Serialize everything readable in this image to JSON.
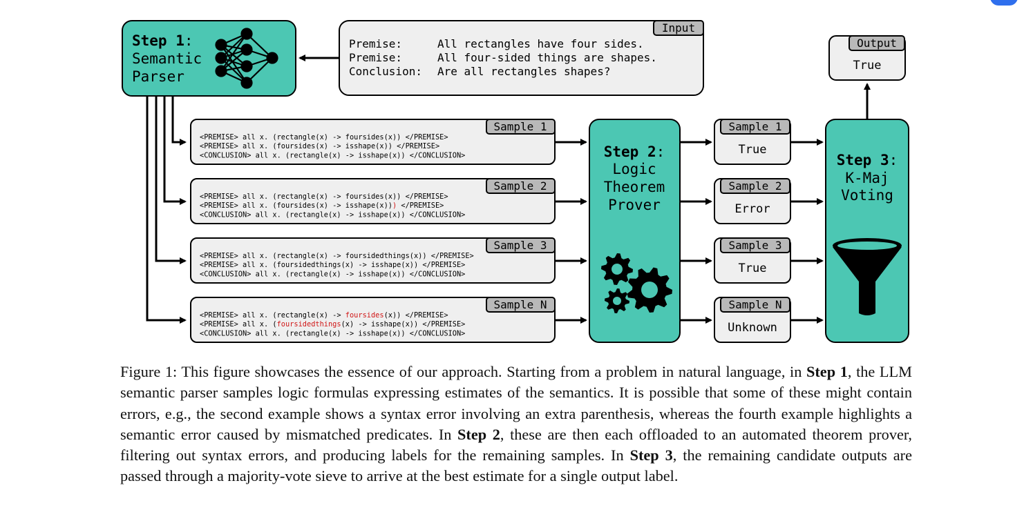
{
  "colors": {
    "teal": "#4cc7b3",
    "box": "#efefef",
    "tab": "#b9b9b9",
    "red": "#d01515",
    "stroke": "#000000"
  },
  "input": {
    "tab": "Input",
    "lines": [
      {
        "label": "Premise:",
        "text": "All rectangles have four sides."
      },
      {
        "label": "Premise:",
        "text": "All four-sided things are shapes."
      },
      {
        "label": "Conclusion:",
        "text": "Are all rectangles shapes?"
      }
    ]
  },
  "step1": {
    "bold": "Step 1",
    "colon": ":",
    "line2": "Semantic",
    "line3": "Parser",
    "icon": "neural-network-icon"
  },
  "step2": {
    "bold": "Step 2",
    "colon": ":",
    "lines": [
      "Logic",
      "Theorem",
      "Prover"
    ],
    "icon": "gears-icon"
  },
  "step3": {
    "bold": "Step 3",
    "colon": ":",
    "lines": [
      "K-Maj",
      "Voting"
    ],
    "icon": "funnel-icon"
  },
  "output": {
    "tab": "Output",
    "value": "True"
  },
  "samples": [
    {
      "tab": "Sample 1",
      "result": "True",
      "lines": [
        [
          [
            "<PREMISE> all x. (rectangle(x) -> foursides(x)) </PREMISE>",
            false
          ]
        ],
        [
          [
            "<PREMISE> all x. (foursides(x) -> isshape(x)) </PREMISE>",
            false
          ]
        ],
        [
          [
            "<CONCLUSION> all x. (rectangle(x) -> isshape(x)) </CONCLUSION>",
            false
          ]
        ]
      ]
    },
    {
      "tab": "Sample 2",
      "result": "Error",
      "lines": [
        [
          [
            "<PREMISE> all x. (rectangle(x) -> foursides(x)) </PREMISE>",
            false
          ]
        ],
        [
          [
            "<PREMISE> all x. (foursides(x) -> isshape(x))",
            false
          ],
          [
            ")",
            true
          ],
          [
            " </PREMISE>",
            false
          ]
        ],
        [
          [
            "<CONCLUSION> all x. (rectangle(x) -> isshape(x)) </CONCLUSION>",
            false
          ]
        ]
      ]
    },
    {
      "tab": "Sample 3",
      "result": "True",
      "lines": [
        [
          [
            "<PREMISE> all x. (rectangle(x) -> foursidedthings(x)) </PREMISE>",
            false
          ]
        ],
        [
          [
            "<PREMISE> all x. (foursidedthings(x) -> isshape(x)) </PREMISE>",
            false
          ]
        ],
        [
          [
            "<CONCLUSION> all x. (rectangle(x) -> isshape(x)) </CONCLUSION>",
            false
          ]
        ]
      ]
    },
    {
      "tab": "Sample N",
      "result": "Unknown",
      "lines": [
        [
          [
            "<PREMISE> all x. (rectangle(x) -> ",
            false
          ],
          [
            "foursides",
            true
          ],
          [
            "(x)) </PREMISE>",
            false
          ]
        ],
        [
          [
            "<PREMISE> all x. (",
            false
          ],
          [
            "foursidedthings",
            true
          ],
          [
            "(x) -> isshape(x)) </PREMISE>",
            false
          ]
        ],
        [
          [
            "<CONCLUSION> all x. (rectangle(x) -> isshape(x)) </CONCLUSION>",
            false
          ]
        ]
      ]
    }
  ],
  "caption": [
    [
      "Figure 1: This figure showcases the essence of our approach.  Starting from a problem in natural language, in ",
      false
    ],
    [
      "Step 1",
      true
    ],
    [
      ", the LLM semantic parser samples logic formulas expressing estimates of the semantics. It is possible that some of these might contain errors, e.g., the second example shows a syntax error involving an extra parenthesis, whereas the fourth example highlights a semantic error caused by mismatched predicates. In ",
      false
    ],
    [
      "Step 2",
      true
    ],
    [
      ", these are then each offloaded to an automated theorem prover, filtering out syntax errors, and producing labels for the remaining samples. In ",
      false
    ],
    [
      "Step 3",
      true
    ],
    [
      ", the remaining candidate outputs are passed through a majority-vote sieve to arrive at the best estimate for a single output label.",
      false
    ]
  ]
}
